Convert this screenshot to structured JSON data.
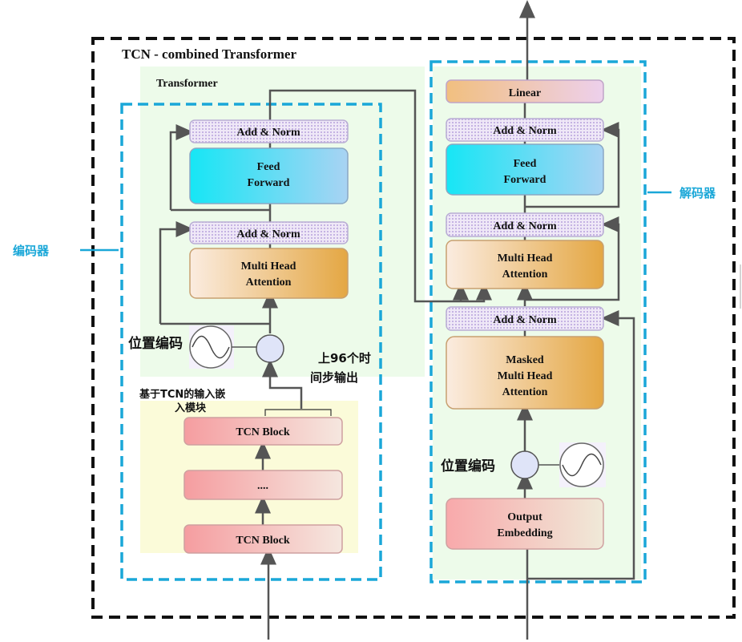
{
  "title": "TCN - combined Transformer",
  "transformer_label": "Transformer",
  "encoder_label": "编码器",
  "decoder_label": "解码器",
  "encoder": {
    "add_norm_top": "Add  & Norm",
    "feed_forward_line1": "Feed",
    "feed_forward_line2": "Forward",
    "add_norm_mid": "Add  & Norm",
    "mha_line1": "Multi Head",
    "mha_line2": "Attention",
    "pos_enc_label": "位置编码",
    "tcn_output_line1": "上96个时",
    "tcn_output_line2": "间步输出",
    "tcn_module_line1": "基于TCN的输入嵌",
    "tcn_module_line2": "入模块",
    "tcn_block_top": "TCN Block",
    "tcn_block_mid": "....",
    "tcn_block_bottom": "TCN Block"
  },
  "decoder": {
    "linear": "Linear",
    "add_norm_top": "Add  & Norm",
    "feed_forward_line1": "Feed",
    "feed_forward_line2": "Forward",
    "add_norm_mid": "Add  & Norm",
    "mha_line1": "Multi Head",
    "mha_line2": "Attention",
    "add_norm_low": "Add  & Norm",
    "masked_line1": "Masked",
    "masked_line2": "Multi Head",
    "masked_line3": "Attention",
    "pos_enc_label": "位置编码",
    "output_emb_line1": "Output",
    "output_emb_line2": "Embedding"
  },
  "colors": {
    "frame_dashed": "#111111",
    "blue_dashed": "#1aa7d8",
    "green_panel": "#edfbea",
    "yellow_panel": "#fbfbd9"
  }
}
